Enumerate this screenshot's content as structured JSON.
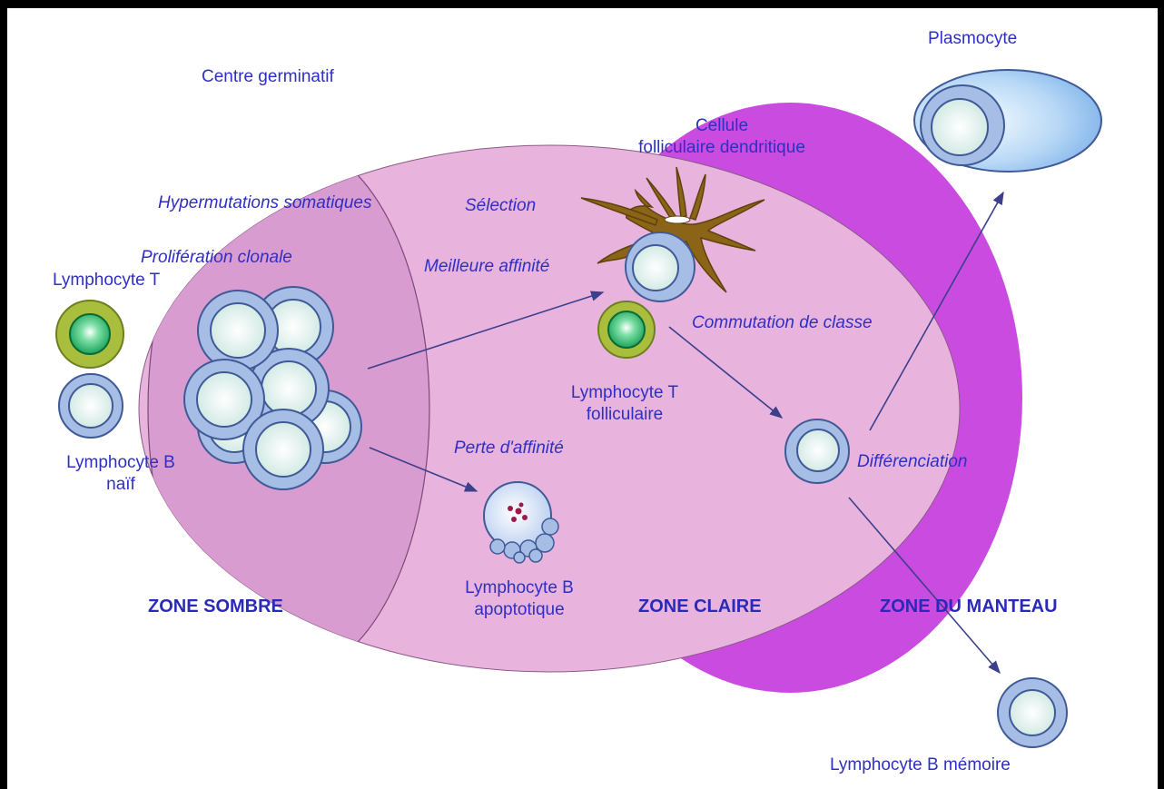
{
  "title": "Centre germinatif",
  "zones": {
    "dark": "ZONE SOMBRE",
    "light": "ZONE CLAIRE",
    "mantle": "ZONE DU MANTEAU"
  },
  "cells": {
    "t_lymphocyte": "Lymphocyte T",
    "naive_b_line1": "Lymphocyte B",
    "naive_b_line2": "naïf",
    "fdc_line1": "Cellule",
    "fdc_line2": "folliculaire dendritique",
    "tfh_line1": "Lymphocyte T",
    "tfh_line2": "folliculaire",
    "apoptotic_line1": "Lymphocyte B",
    "apoptotic_line2": "apoptotique",
    "plasmocyte": "Plasmocyte",
    "memory_b": "Lymphocyte B mémoire"
  },
  "processes": {
    "hypermutation": "Hypermutations somatiques",
    "proliferation": "Prolifération clonale",
    "selection": "Sélection",
    "best_affinity": "Meilleure affinité",
    "class_switch": "Commutation de classe",
    "affinity_loss": "Perte d'affinité",
    "differentiation": "Différenciation"
  },
  "colors": {
    "text": "#2f2fc4",
    "mantle": "#c94be0",
    "germinal_center": "#e8b4dd",
    "dark_zone": "#d99cd0",
    "cell_outer": "#a6bde6",
    "cell_inner": "#eaf7f4",
    "t_outer": "#a8be3c",
    "t_inner": "#1fae5f",
    "dendritic": "#8b6418",
    "arrow": "#3b3f8c"
  }
}
